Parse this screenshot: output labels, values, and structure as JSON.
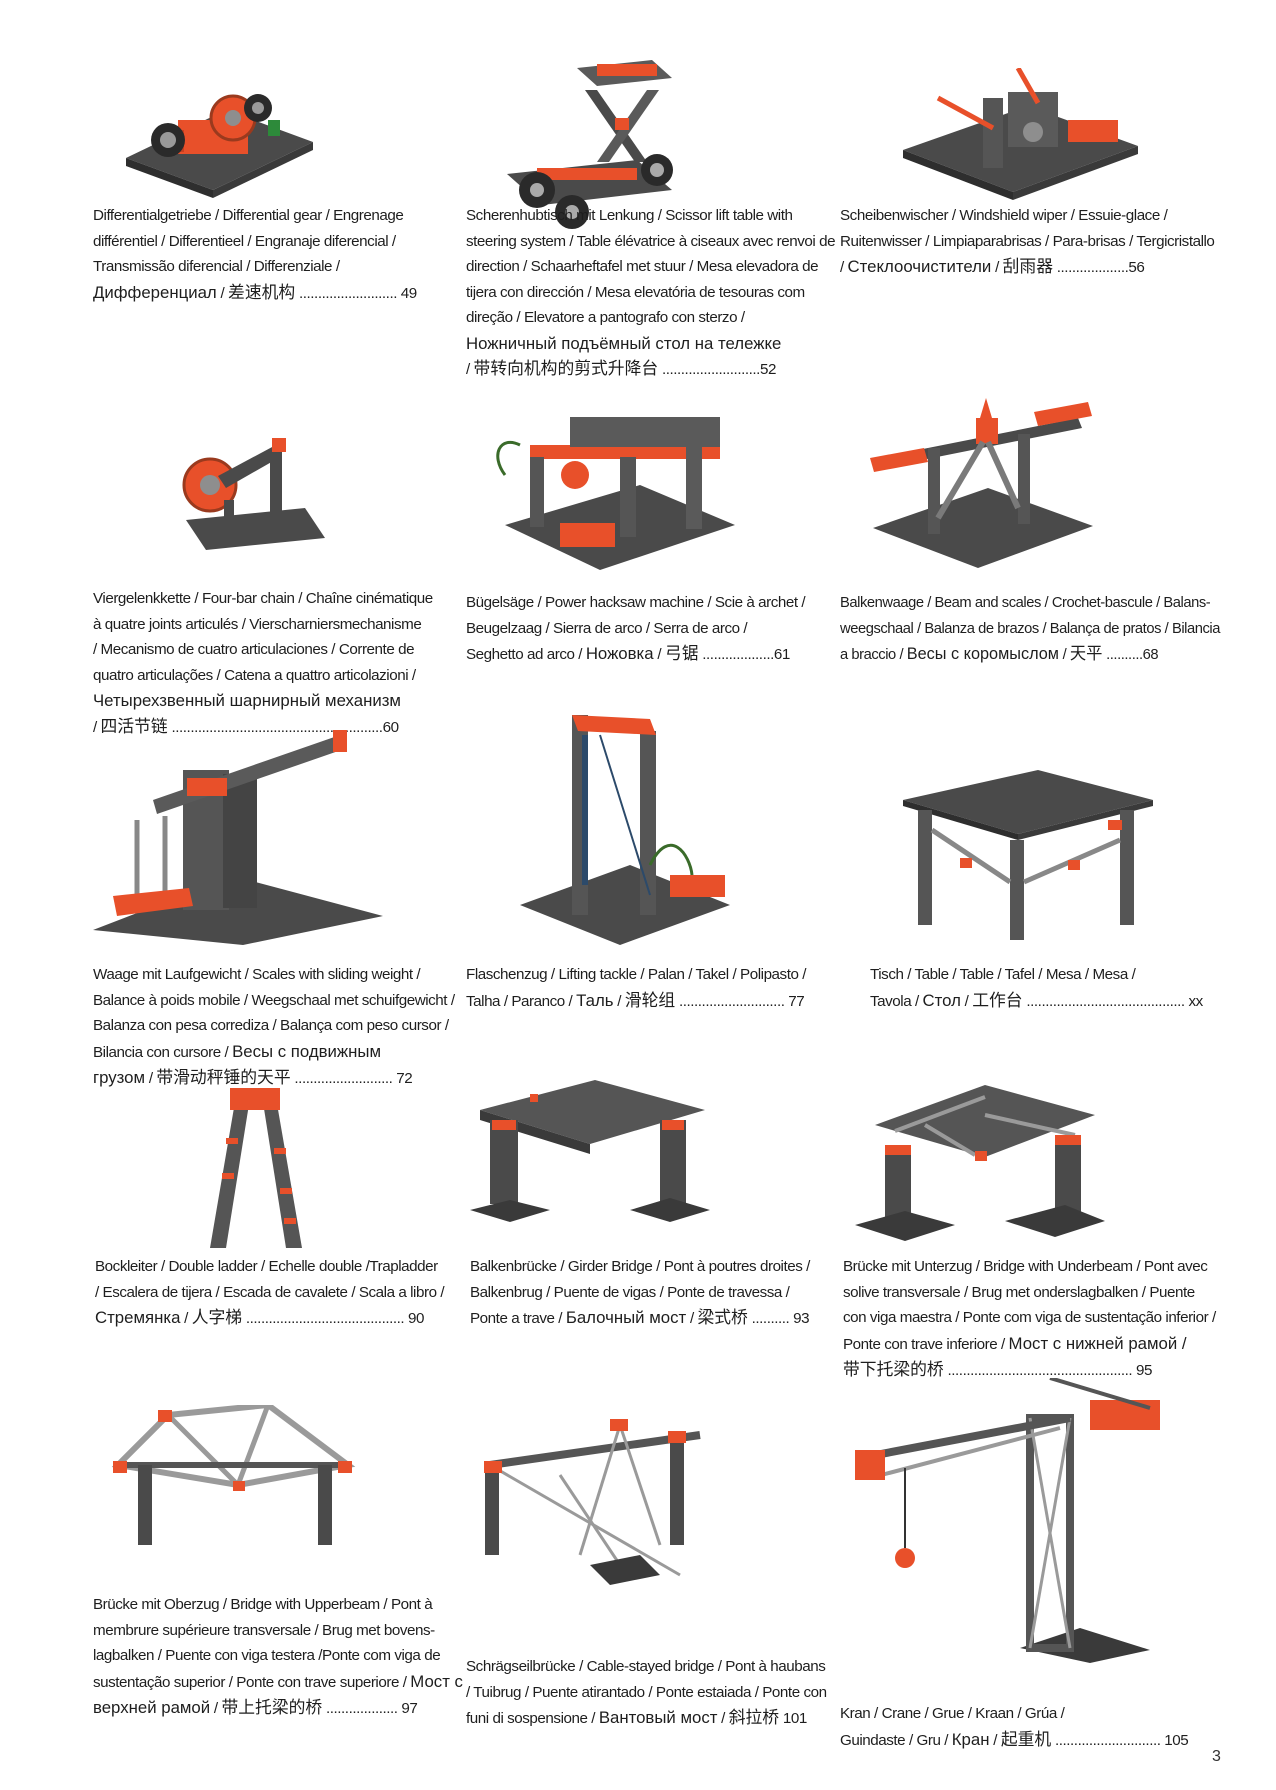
{
  "page": {
    "number": "3"
  },
  "colors": {
    "accent": "#e8502a",
    "frame": "#4a4a4a",
    "frame_dark": "#2e2e2e",
    "steel": "#9a9a9a"
  },
  "models": [
    {
      "id": "differential",
      "lines": [
        "Differentialgetriebe / Differential gear / Engrenage",
        "différentiel / Differentieel / Engranaje diferencial /",
        "Transmissão diferencial / Differenziale /"
      ],
      "last": {
        "ru": "Дифференциал",
        "zh": "差速机构",
        "dots": "..........................",
        "page": "49"
      }
    },
    {
      "id": "scissor-lift",
      "lines": [
        "Scherenhubtisch mit Lenkung / Scissor lift table with",
        "steering system / Table élévatrice à ciseaux avec renvoi de",
        "direction / Schaarheftafel met stuur / Mesa elevadora de",
        "tijera con dirección / Mesa elevatória de tesouras com",
        "direção / Elevatore a pantografo con sterzo /"
      ],
      "ru_line": "Ножничный подъёмный стол на тележке",
      "last": {
        "ru": "",
        "zh": "带转向机构的剪式升降台",
        "dots": "..........................",
        "page": "52"
      }
    },
    {
      "id": "windshield-wiper",
      "lines": [
        "Scheibenwischer / Windshield wiper / Essuie-glace /",
        "Ruitenwisser / Limpiaparabrisas / Para-brisas / Tergicristallo"
      ],
      "last": {
        "ru": "Стеклоочистители",
        "zh": "刮雨器",
        "dots": "...................",
        "page": "56"
      }
    },
    {
      "id": "four-bar-chain",
      "lines": [
        "Viergelenkkette / Four-bar chain / Chaîne cinématique",
        "à quatre joints articulés / Vierscharniersmechanisme",
        "/ Mecanismo de cuatro articulaciones / Corrente de",
        "quatro articulações / Catena a quattro articolazioni /"
      ],
      "ru_line": "Четырехзвенный шарнирный механизм",
      "last": {
        "ru": "",
        "zh": "四活节链",
        "dots": "........................................................",
        "page": "60"
      }
    },
    {
      "id": "power-hacksaw",
      "lines": [
        "Bügelsäge / Power hacksaw machine / Scie à archet /",
        "Beugelzaag / Sierra de arco / Serra de arco /"
      ],
      "last": {
        "pre": "Seghetto ad arco /",
        "ru": "Ножовка",
        "zh": "弓锯",
        "dots": "...................",
        "page": "61"
      }
    },
    {
      "id": "beam-scales",
      "lines": [
        "Balkenwaage / Beam and scales / Crochet-bascule / Balans-",
        "weegschaal / Balanza de brazos / Balança de pratos / Bilancia"
      ],
      "last": {
        "pre": "a braccio /",
        "ru": "Весы с коромыслом",
        "zh": "天平",
        "dots": "..........",
        "page": "68"
      }
    },
    {
      "id": "sliding-weight",
      "lines": [
        "Waage mit Laufgewicht / Scales with sliding weight /",
        "Balance à poids mobile / Weegschaal met schuifgewicht /",
        "Balanza con pesa corrediza / Balança com peso cursor /"
      ],
      "mixed_line": {
        "pre": "Bilancia con cursore /",
        "ru": "Весы с подвижным"
      },
      "last": {
        "ru": "грузом",
        "zh": "带滑动秤锤的天平",
        "dots": "..........................",
        "page": "72"
      }
    },
    {
      "id": "lifting-tackle",
      "lines": [
        "Flaschenzug / Lifting tackle / Palan / Takel / Polipasto /"
      ],
      "last": {
        "pre": "Talha / Paranco /",
        "ru": "Таль",
        "zh": "滑轮组",
        "dots": "............................",
        "page": "77"
      }
    },
    {
      "id": "table",
      "lines": [
        "Tisch / Table / Table / Tafel / Mesa / Mesa /"
      ],
      "last": {
        "pre": "Tavola /",
        "ru": "Стол",
        "zh": "工作台",
        "dots": "..........................................",
        "page": "xx"
      }
    },
    {
      "id": "double-ladder",
      "lines": [
        "Bockleiter / Double ladder / Echelle double /Trapladder",
        "/ Escalera de tijera / Escada de cavalete / Scala a libro /"
      ],
      "last": {
        "ru": "Стремянка",
        "zh": "人字梯",
        "dots": "..........................................",
        "page": "90"
      }
    },
    {
      "id": "girder-bridge",
      "lines": [
        "Balkenbrücke / Girder Bridge / Pont à poutres droites /",
        "Balkenbrug / Puente de vigas / Ponte de travessa /"
      ],
      "last": {
        "pre": "Ponte a trave /",
        "ru": "Балочный мост",
        "zh": "梁式桥",
        "dots": "..........",
        "page": "93"
      }
    },
    {
      "id": "underbeam-bridge",
      "lines": [
        "Brücke mit Unterzug / Bridge with Underbeam / Pont avec",
        "solive transversale / Brug met onderslagbalken / Puente",
        "con viga maestra / Ponte com viga de sustentação inferior /"
      ],
      "mixed_line": {
        "pre": "Ponte con trave inferiore /",
        "ru": "Мост с нижней рамой /"
      },
      "last": {
        "ru": "",
        "zh": "带下托梁的桥",
        "dots": ".................................................",
        "page": "95"
      }
    },
    {
      "id": "upperbeam-bridge",
      "lines": [
        "Brücke mit Oberzug / Bridge with Upperbeam / Pont à",
        "membrure supérieure transversale / Brug met bovens-",
        "lagbalken / Puente con viga testera /Ponte com viga de"
      ],
      "mixed_line": {
        "pre": "sustentação superior / Ponte con trave superiore /",
        "ru": "Мост с"
      },
      "last": {
        "ru": "верхней рамой",
        "zh": "带上托梁的桥",
        "dots": "...................",
        "page": "97"
      }
    },
    {
      "id": "cable-stayed-bridge",
      "lines": [
        "Schrägseilbrücke / Cable-stayed bridge / Pont à haubans",
        "/ Tuibrug / Puente atirantado / Ponte estaiada / Ponte con"
      ],
      "last": {
        "pre": "funi di sospensione /",
        "ru": "Вантовый мост",
        "zh": "斜拉桥",
        "dots": "",
        "page": "101"
      }
    },
    {
      "id": "crane",
      "lines": [
        "Kran / Crane / Grue / Kraan / Grúa /"
      ],
      "last": {
        "pre": "Guindaste / Gru /",
        "ru": "Кран",
        "zh": "起重机",
        "dots": "............................",
        "page": "105"
      }
    }
  ]
}
